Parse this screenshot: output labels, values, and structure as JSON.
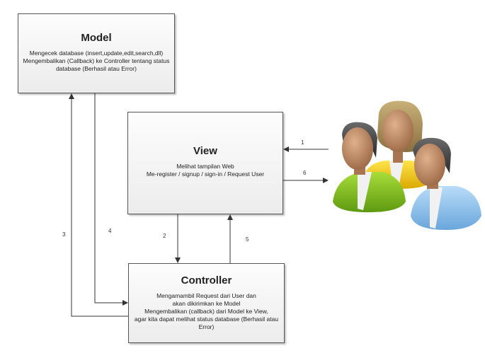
{
  "model": {
    "title": "Model",
    "lines": [
      "Mengecek database (insert,update,edit,search,dll)",
      "Mengembalikan (Callback) ke Controller tentang status",
      "database (Berhasil atau Error)"
    ]
  },
  "view": {
    "title": "View",
    "lines": [
      "Melihat tampilan Web",
      "Me-register / signup / sign-in / Request User"
    ]
  },
  "controller": {
    "title": "Controller",
    "lines": [
      "Mengamambil Request dari User dan",
      "akan dikirimkan ke Model",
      "Mengembalikan (callback) dari Model ke View,",
      "agar kita dapat melihat status database (Berhasil atau",
      "Error)"
    ]
  },
  "arrows": [
    {
      "label": "1",
      "from": "User",
      "to": "View"
    },
    {
      "label": "2",
      "from": "View",
      "to": "Controller"
    },
    {
      "label": "3",
      "from": "Controller",
      "to": "Model"
    },
    {
      "label": "4",
      "from": "Model",
      "to": "Controller"
    },
    {
      "label": "5",
      "from": "Controller",
      "to": "View"
    },
    {
      "label": "6",
      "from": "View",
      "to": "User"
    }
  ],
  "users": {
    "icon": "users-group-icon",
    "colors": {
      "green": "#8cc91a",
      "yellow": "#f2cf1a",
      "blue": "#8ec3ee",
      "skin": "#c68e68",
      "dark_hair": "#3c3c3c",
      "blond_hair": "#a89058"
    }
  }
}
